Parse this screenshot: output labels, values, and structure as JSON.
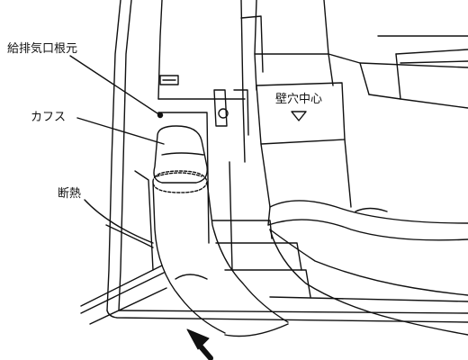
{
  "labels": {
    "exhaust_root": "給排気口根元",
    "cuffs": "カフス",
    "insulation": "断熱",
    "wall_hole_center": "壁穴中心"
  },
  "icons": {
    "wall_marker": "triangle-down-icon",
    "insert_arrow": "arrow-up-left-icon"
  }
}
